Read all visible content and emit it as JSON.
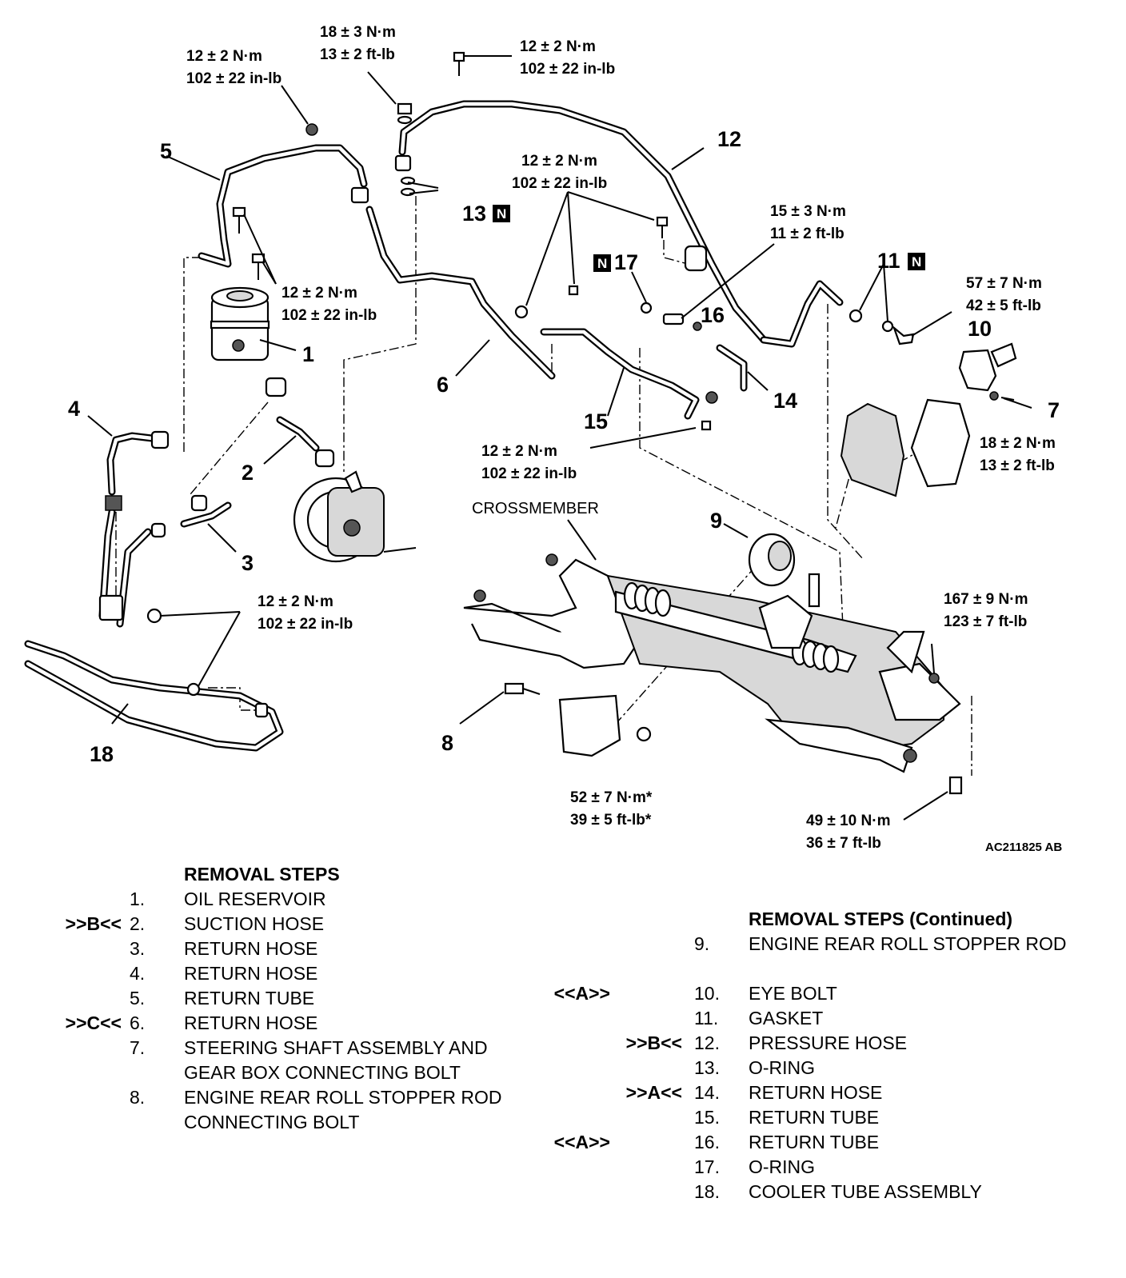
{
  "diagram": {
    "figure_id": "AC211825 AB",
    "crossmember_label": "CROSSMEMBER",
    "callouts": [
      "1",
      "2",
      "3",
      "4",
      "5",
      "6",
      "7",
      "8",
      "9",
      "10",
      "11",
      "12",
      "13",
      "14",
      "15",
      "16",
      "17",
      "18"
    ],
    "n_mark": "N",
    "torques": {
      "t_top_left": [
        "12 ± 2 N·m",
        "102 ± 22 in-lb"
      ],
      "t_top_center": [
        "18 ± 3 N·m",
        "13 ± 2 ft-lb"
      ],
      "t_top_right": [
        "12 ± 2 N·m",
        "102 ± 22 in-lb"
      ],
      "t_mid_center": [
        "12 ± 2 N·m",
        "102 ± 22 in-lb"
      ],
      "t_reservoir": [
        "12 ± 2 N·m",
        "102 ± 22 in-lb"
      ],
      "t_union": [
        "15 ± 3 N·m",
        "11 ± 2 ft-lb"
      ],
      "t_eye_bolt": [
        "57 ± 7 N·m",
        "42 ± 5 ft-lb"
      ],
      "t_shaft": [
        "18 ± 2 N·m",
        "13 ± 2 ft-lb"
      ],
      "t_tube15": [
        "12 ± 2 N·m",
        "102 ± 22 in-lb"
      ],
      "t_cooler": [
        "12 ± 2 N·m",
        "102 ± 22 in-lb"
      ],
      "t_crossmember": [
        "167 ± 9 N·m",
        "123 ± 7 ft-lb"
      ],
      "t_stopper": [
        "52 ± 7 N·m*",
        "39 ± 5 ft-lb*"
      ],
      "t_rear_bolt": [
        "49 ± 10 N·m",
        "36 ± 7 ft-lb"
      ]
    }
  },
  "removal_steps": {
    "title": "REMOVAL STEPS",
    "items": [
      {
        "mark": "",
        "num": "1.",
        "label": "OIL RESERVOIR"
      },
      {
        "mark": ">>B<<",
        "num": "2.",
        "label": "SUCTION HOSE"
      },
      {
        "mark": "",
        "num": "3.",
        "label": "RETURN HOSE"
      },
      {
        "mark": "",
        "num": "4.",
        "label": "RETURN HOSE"
      },
      {
        "mark": "",
        "num": "5.",
        "label": "RETURN TUBE"
      },
      {
        "mark": ">>C<<",
        "num": "6.",
        "label": "RETURN HOSE"
      },
      {
        "mark": "",
        "num": "7.",
        "label": "STEERING SHAFT ASSEMBLY AND GEAR BOX CONNECTING BOLT"
      },
      {
        "mark": "",
        "num": "8.",
        "label": "ENGINE REAR ROLL STOPPER ROD CONNECTING BOLT"
      }
    ]
  },
  "removal_steps_continued": {
    "title": "REMOVAL STEPS (Continued)",
    "items": [
      {
        "mark": "",
        "num": "9.",
        "label": "ENGINE REAR ROLL STOPPER ROD"
      },
      {
        "mark": "<<A>>",
        "num": "10.",
        "label": "EYE BOLT"
      },
      {
        "mark": "",
        "num": "11.",
        "label": "GASKET"
      },
      {
        "mark": ">>B<<",
        "num": "12.",
        "label": "PRESSURE HOSE"
      },
      {
        "mark": "",
        "num": "13.",
        "label": "O-RING"
      },
      {
        "mark": ">>A<<",
        "num": "14.",
        "label": "RETURN HOSE"
      },
      {
        "mark": "",
        "num": "15.",
        "label": "RETURN TUBE"
      },
      {
        "mark": "<<A>>",
        "num": "16.",
        "label": "RETURN TUBE"
      },
      {
        "mark": "",
        "num": "17.",
        "label": "O-RING"
      },
      {
        "mark": "",
        "num": "18.",
        "label": "COOLER TUBE ASSEMBLY"
      }
    ]
  }
}
